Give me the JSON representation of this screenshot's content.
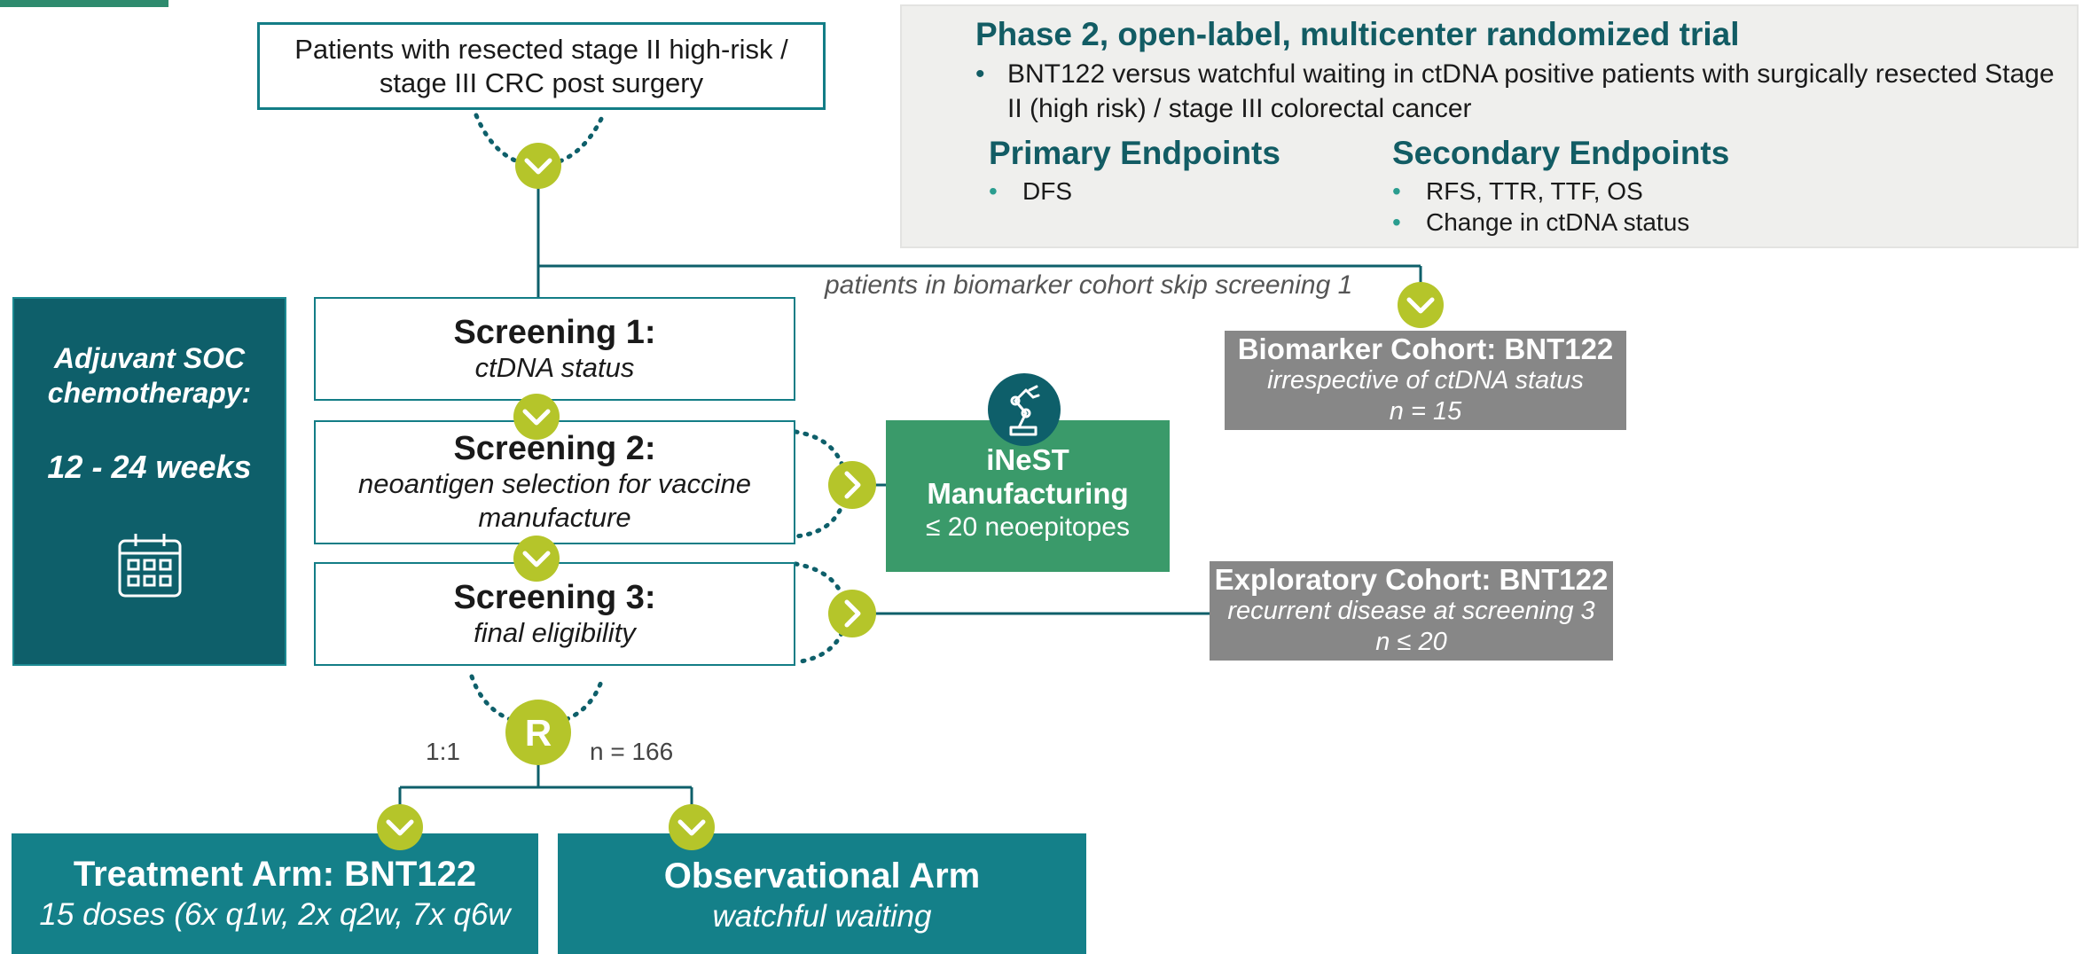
{
  "patients_box": {
    "line1": "Patients with resected stage II high-risk /",
    "line2": "stage III CRC post surgery"
  },
  "trial_panel": {
    "title": "Phase 2, open-label, multicenter randomized trial",
    "description": "BNT122 versus watchful waiting in ctDNA positive patients with surgically resected Stage II (high risk) / stage III colorectal cancer",
    "bullet": "•",
    "primary_heading": "Primary Endpoints",
    "primary_items": [
      "DFS"
    ],
    "secondary_heading": "Secondary Endpoints",
    "secondary_items": [
      "RFS, TTR, TTF, OS",
      "Change in ctDNA status"
    ]
  },
  "skip_note": "patients in biomarker cohort skip screening 1",
  "adjuvant": {
    "line1": "Adjuvant SOC",
    "line2": "chemotherapy:",
    "duration": "12 - 24 weeks",
    "icon": "calendar-icon"
  },
  "screening": [
    {
      "title": "Screening 1:",
      "subtitle": "ctDNA status"
    },
    {
      "title": "Screening 2:",
      "subtitle_line1": "neoantigen selection for vaccine",
      "subtitle_line2": "manufacture"
    },
    {
      "title": "Screening 3:",
      "subtitle": "final eligibility"
    }
  ],
  "inest": {
    "title_line1": "iNeST",
    "title_line2": "Manufacturing",
    "detail": "≤ 20 neoepitopes",
    "icon": "robot-arm-icon"
  },
  "biomarker_cohort": {
    "title": "Biomarker Cohort: BNT122",
    "subtitle": "irrespective of ctDNA status",
    "n": "n = 15"
  },
  "exploratory_cohort": {
    "title": "Exploratory Cohort: BNT122",
    "subtitle": "recurrent disease at screening 3",
    "n": "n ≤ 20"
  },
  "randomization": {
    "symbol": "R",
    "ratio": "1:1",
    "n": "n = 166"
  },
  "arms": {
    "treatment_title": "Treatment Arm: BNT122",
    "treatment_sub": "15 doses (6x q1w, 2x q2w, 7x q6w",
    "observational_title": "Observational Arm",
    "observational_sub": "watchful waiting"
  },
  "colors": {
    "teal_dark": "#0e5f6a",
    "teal": "#148089",
    "green_accent": "#b5c52a",
    "manufacturing_green": "#3a9a6a",
    "cohort_gray": "#878787"
  }
}
